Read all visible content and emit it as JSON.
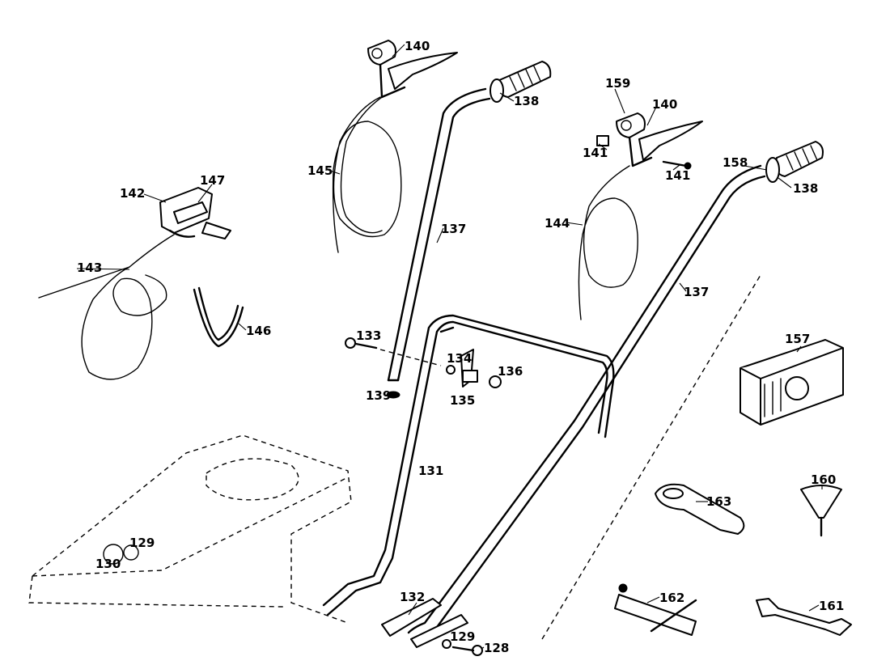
{
  "labels": {
    "p128": "128",
    "p129a": "129",
    "p129b": "129",
    "p130": "130",
    "p131": "131",
    "p132": "132",
    "p133": "133",
    "p134": "134",
    "p135": "135",
    "p136": "136",
    "p137a": "137",
    "p137b": "137",
    "p138a": "138",
    "p138b": "138",
    "p139": "139",
    "p140a": "140",
    "p140b": "140",
    "p141a": "141",
    "p141b": "141",
    "p142": "142",
    "p143": "143",
    "p144": "144",
    "p145": "145",
    "p146": "146",
    "p147": "147",
    "p157": "157",
    "p158": "158",
    "p159": "159",
    "p160": "160",
    "p161": "161",
    "p162": "162",
    "p163": "163"
  }
}
